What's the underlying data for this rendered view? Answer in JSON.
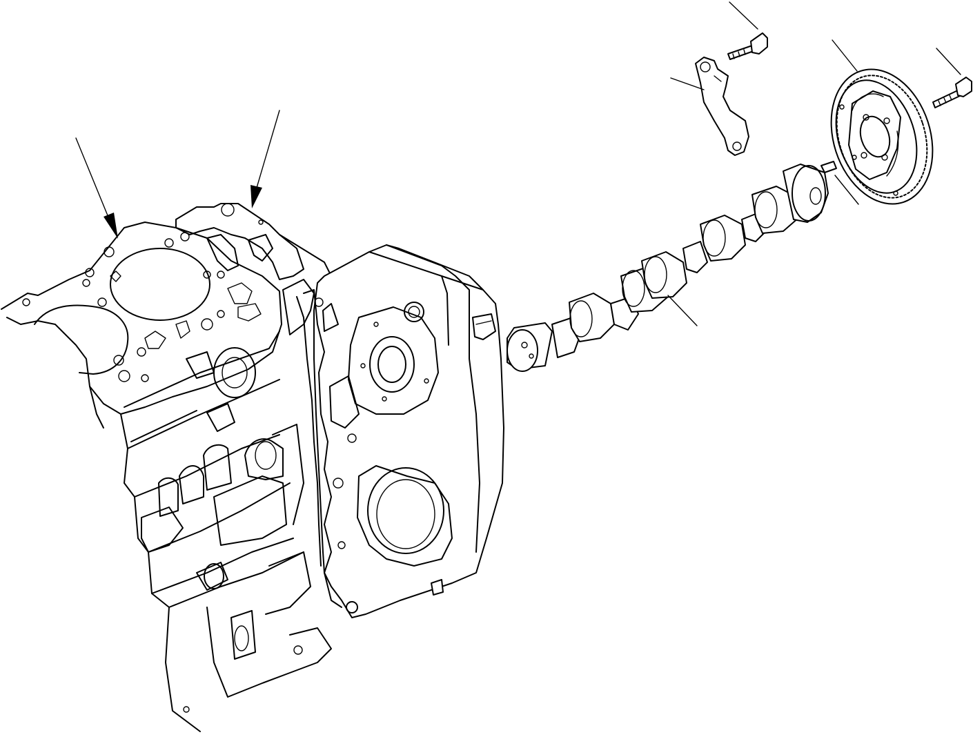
{
  "diagram": {
    "type": "exploded-parts-view",
    "colors": {
      "line": "#000000",
      "background": "#ffffff"
    },
    "leader_lines": [
      {
        "target": "cylinder-block",
        "arrow": true
      },
      {
        "target": "cylinder-block-top-flange",
        "arrow": true
      },
      {
        "target": "camshaft",
        "arrow": false
      },
      {
        "target": "thrust-plate",
        "arrow": false
      },
      {
        "target": "thrust-plate-bolt",
        "arrow": false
      },
      {
        "target": "cam-gear",
        "arrow": false
      },
      {
        "target": "gear-bolt",
        "arrow": false
      },
      {
        "target": "dowel-pin",
        "arrow": false
      }
    ]
  }
}
